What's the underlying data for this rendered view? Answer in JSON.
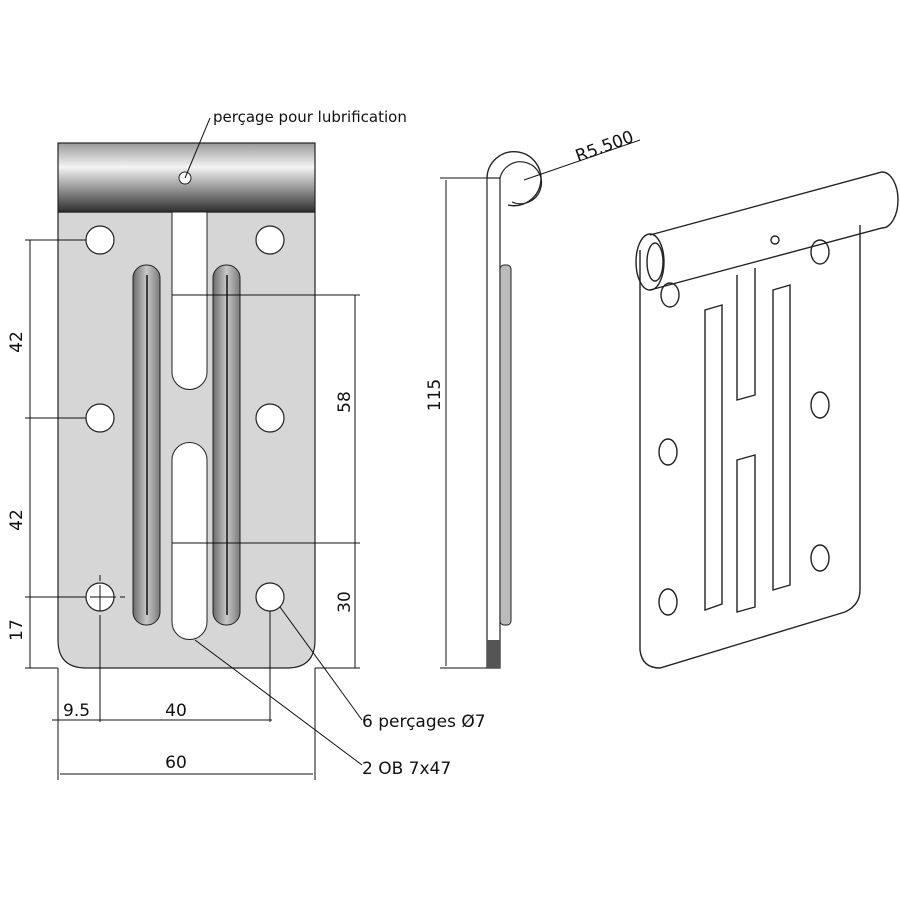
{
  "title": "Charnière plate – plan coté",
  "annotations": {
    "lubrication": "perçage pour lubrification",
    "radius": "R5.500",
    "holes": "6 perçages Ø7",
    "slots": "2 OB 7x47"
  },
  "dimensions": {
    "d42_top": "42",
    "d42_bottom": "42",
    "d17": "17",
    "d58": "58",
    "d30": "30",
    "d115": "115",
    "d9_5": "9.5",
    "d40": "40",
    "d60": "60"
  },
  "colors": {
    "plate": "#d6d6d6",
    "line": "#111111"
  }
}
